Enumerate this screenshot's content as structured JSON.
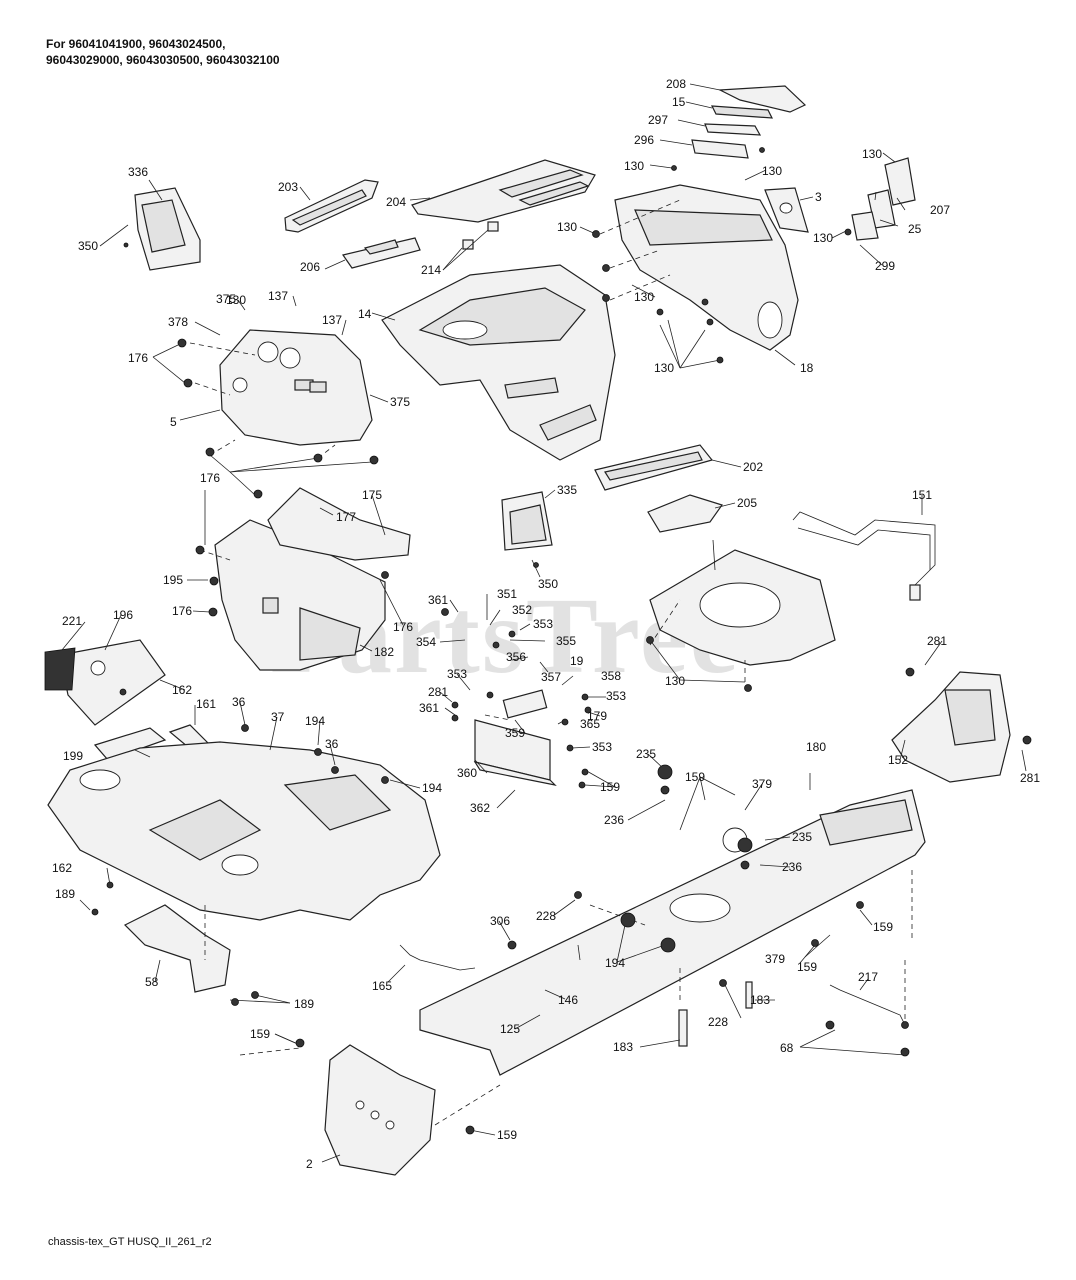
{
  "header": {
    "line1": "For 96041041900, 96043024500,",
    "line2": "96043029000, 96043030500, 96043032100"
  },
  "footer": {
    "code": "chassis-tex_GT HUSQ_II_261_r2"
  },
  "watermark": {
    "text": "PartsTree",
    "tm": "™"
  },
  "labels": [
    "2",
    "3",
    "5",
    "14",
    "15",
    "18",
    "19",
    "25",
    "36",
    "36",
    "37",
    "58",
    "68",
    "125",
    "130",
    "130",
    "130",
    "130",
    "130",
    "130",
    "130",
    "130",
    "130",
    "137",
    "137",
    "146",
    "151",
    "152",
    "159",
    "159",
    "159",
    "159",
    "159",
    "159",
    "161",
    "162",
    "162",
    "165",
    "175",
    "176",
    "176",
    "176",
    "176",
    "177",
    "179",
    "180",
    "182",
    "183",
    "183",
    "189",
    "189",
    "194",
    "194",
    "194",
    "195",
    "196",
    "199",
    "202",
    "203",
    "204",
    "205",
    "206",
    "207",
    "208",
    "214",
    "217",
    "221",
    "228",
    "228",
    "235",
    "235",
    "236",
    "236",
    "281",
    "281",
    "281",
    "296",
    "297",
    "299",
    "306",
    "335",
    "336",
    "350",
    "350",
    "351",
    "352",
    "353",
    "353",
    "353",
    "353",
    "354",
    "355",
    "356",
    "357",
    "358",
    "359",
    "360",
    "361",
    "361",
    "362",
    "365",
    "375",
    "375",
    "378",
    "379",
    "379"
  ]
}
